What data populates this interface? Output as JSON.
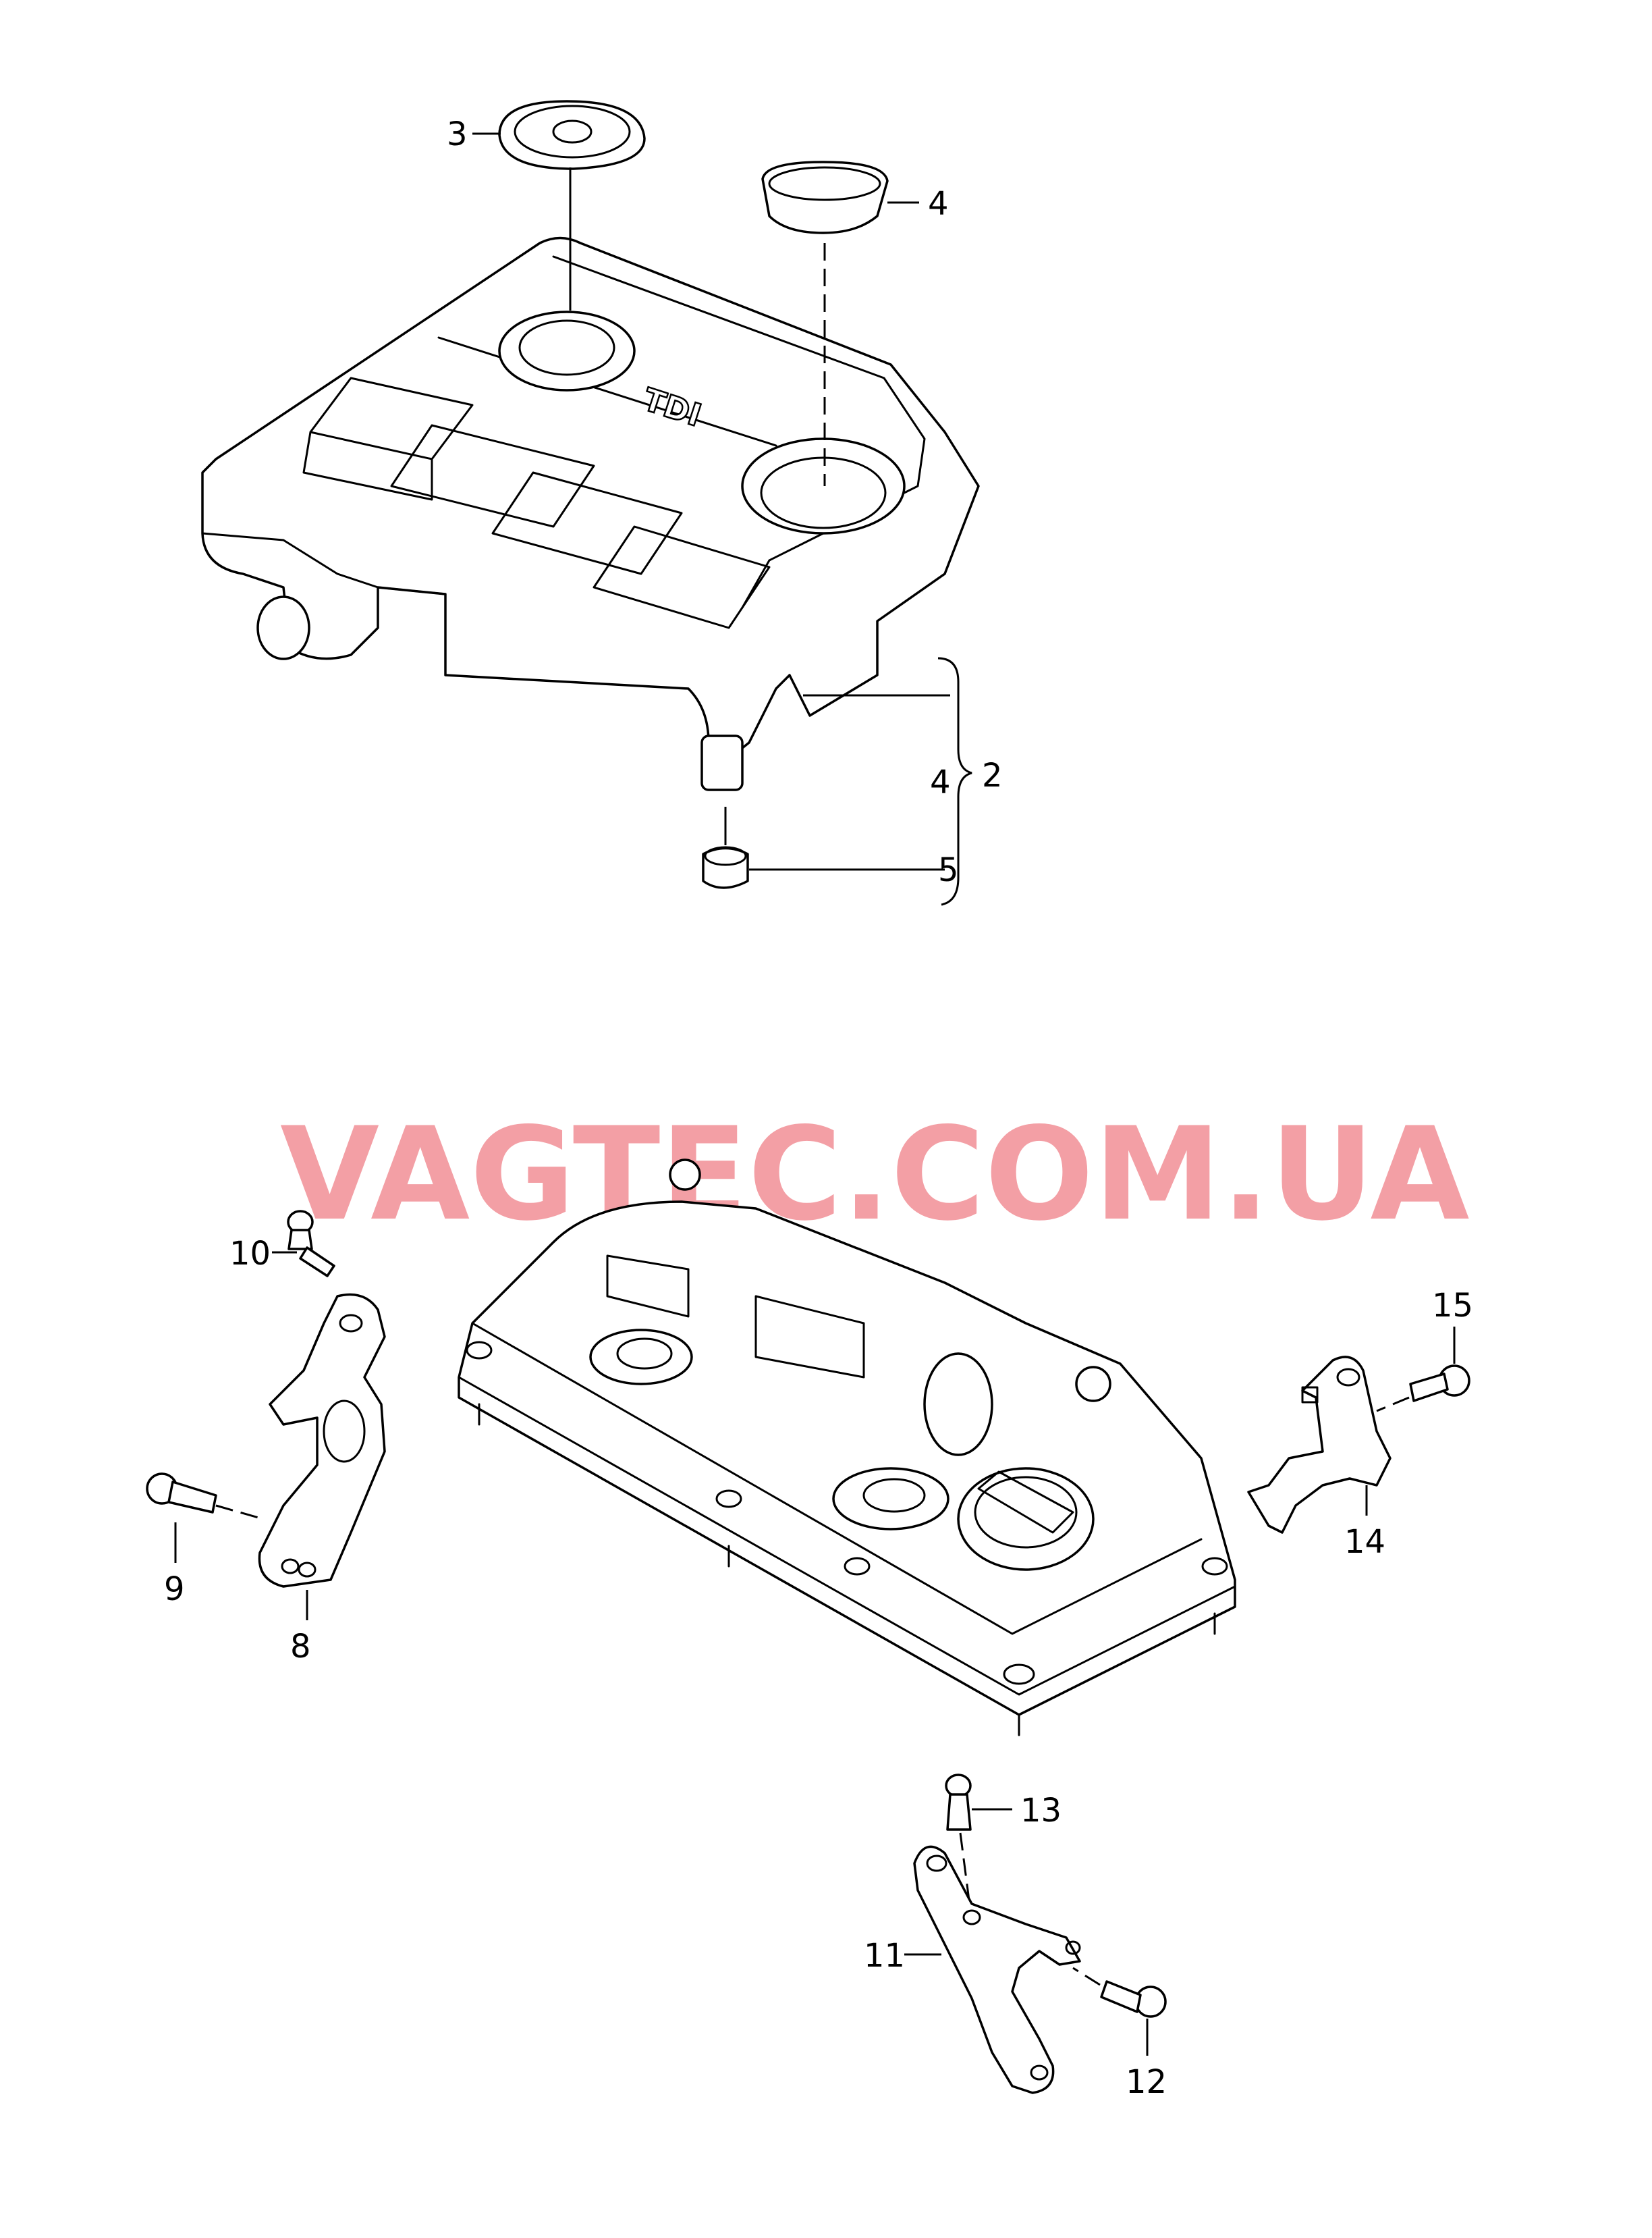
{
  "watermark": "VAGTEC.COM.UA",
  "cover_emblem_text": "TDI",
  "callouts": {
    "c2": "2",
    "c3": "3",
    "c4_top": "4",
    "c4_bracket": "4",
    "c5": "5",
    "c8": "8",
    "c9": "9",
    "c10": "10",
    "c11": "11",
    "c12": "12",
    "c13": "13",
    "c14": "14",
    "c15": "15"
  }
}
